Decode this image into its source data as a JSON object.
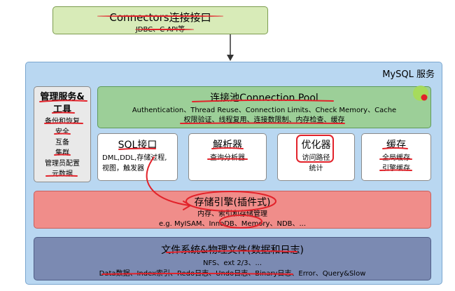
{
  "connectors": {
    "title": "Connectors连接接口",
    "subtitle": "JDBC、C API等"
  },
  "mysql": {
    "title": "MySQL 服务"
  },
  "management": {
    "title_line1": "管理服务&",
    "title_line2": "工具",
    "items": [
      "备份和恢复",
      "安全",
      "互备",
      "集群",
      "管理员配置",
      "元数据"
    ]
  },
  "pool": {
    "title": "连接池Connection Pool",
    "line1": "Authentication、Thread Reuse、Connection Limits、Check Memory、Cache",
    "line2": "权限验证、线程复用、连接数限制、内存检查、缓存"
  },
  "sql_interface": {
    "title": "SQL接口",
    "line1": "DML,DDL,存储过程,",
    "line2": "视图，触发器"
  },
  "parser": {
    "title": "解析器",
    "line1": "查询分析器"
  },
  "optimizer": {
    "title": "优化器",
    "line1": "访问路径",
    "line2": "统计"
  },
  "cache": {
    "title": "缓存",
    "line1": "全局缓存",
    "line2": "引擎缓存"
  },
  "engine": {
    "title": "存储引擎(插件式)",
    "line1": "内存、索引和存储管理",
    "line2": "e.g. MyISAM、InnoDB、Memory、NDB、..."
  },
  "fs": {
    "title": "文件系统&物理文件(数据和日志)",
    "line1": "NFS、ext 2/3、...",
    "line2": "Data数据、Index索引、Redo日志、Undo日志、Binary日志、Error、Query&Slow"
  },
  "colors": {
    "accent_red": "#e2222a",
    "connectors_bg": "#d8ebb8",
    "mysql_bg": "#b9d7f1",
    "pool_bg": "#9ccf98",
    "engine_bg": "#f08d8a",
    "fs_bg": "#7b8ab2"
  }
}
